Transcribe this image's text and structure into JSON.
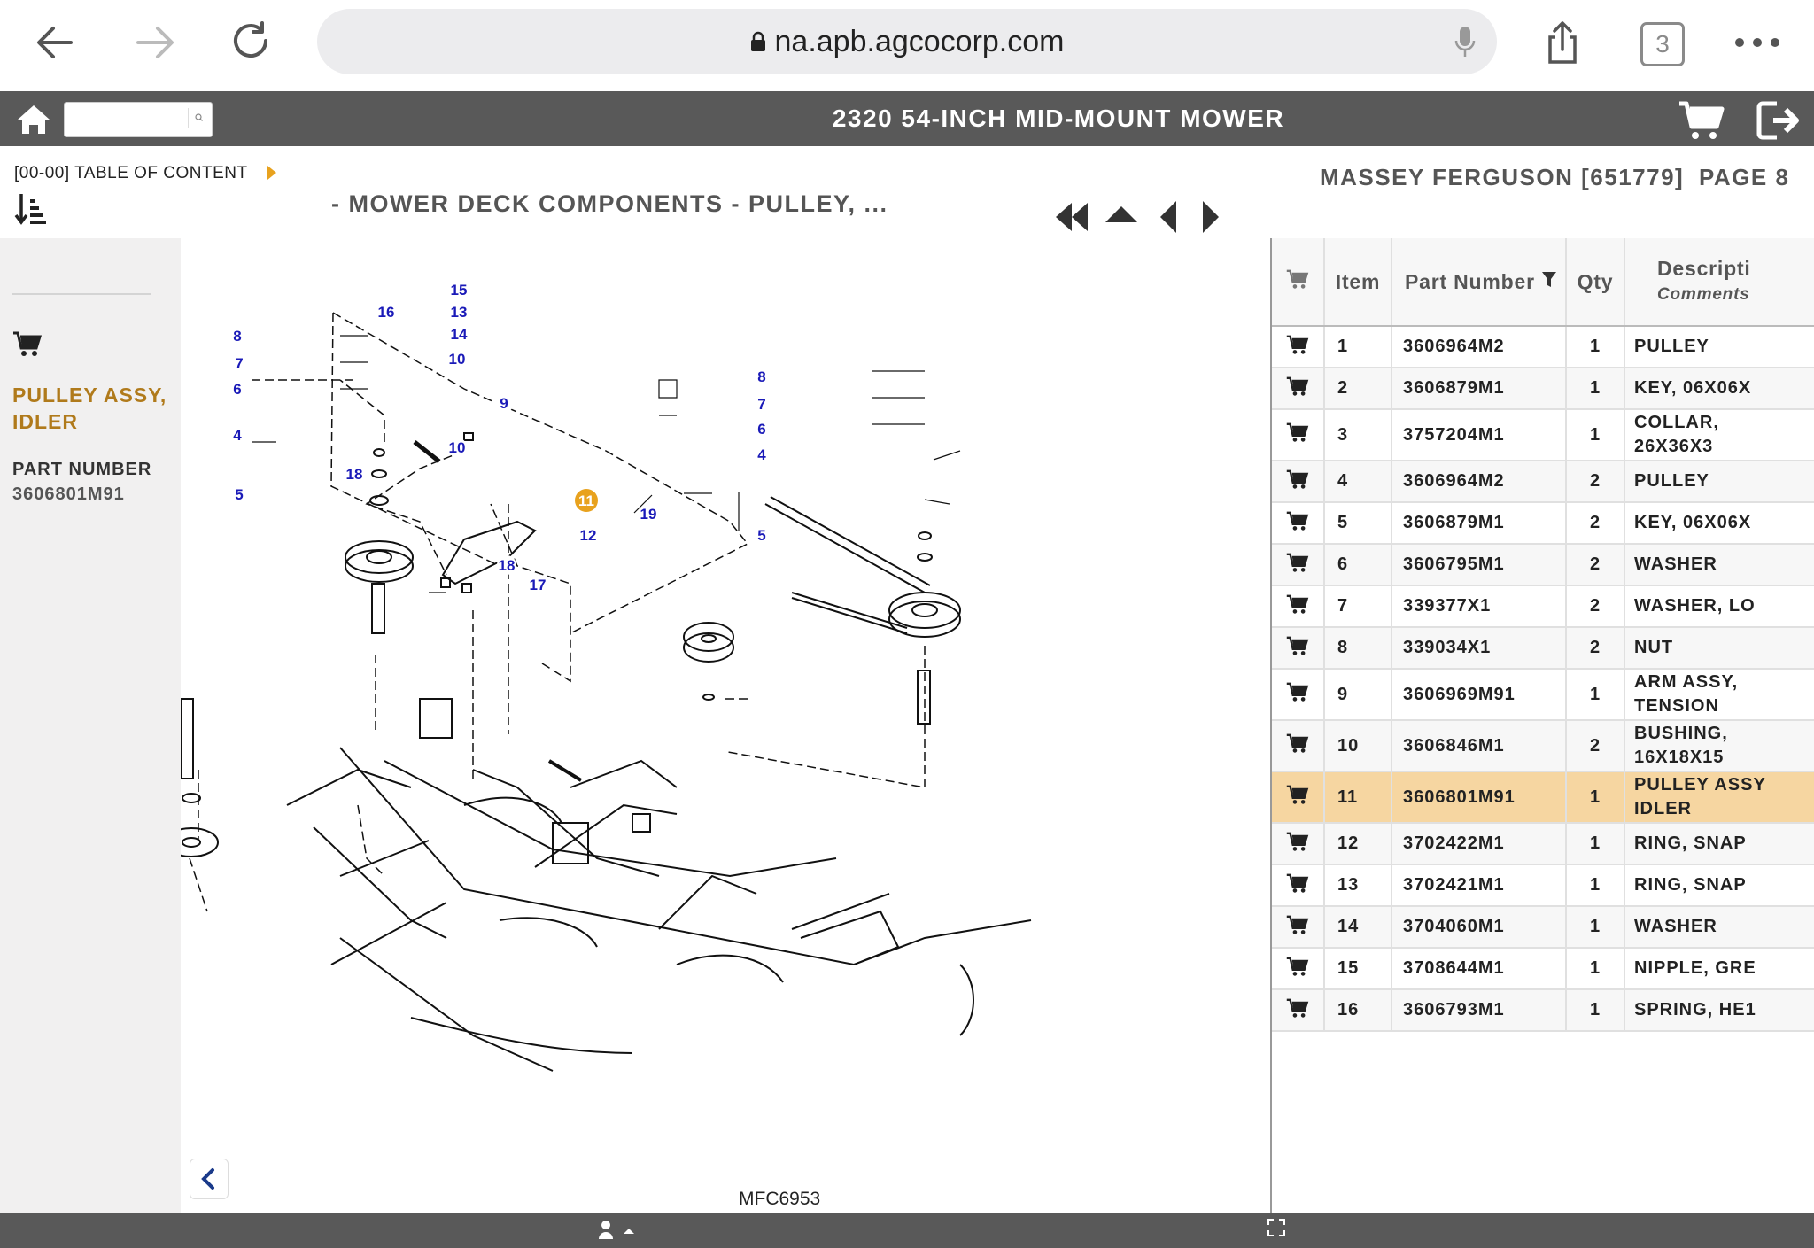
{
  "browser": {
    "url": "na.apb.agcocorp.com",
    "tab_count": "3"
  },
  "header": {
    "title": "2320 54-INCH MID-MOUNT MOWER",
    "search_value": ""
  },
  "subheader": {
    "toc_label": "[00-00] TABLE OF CONTENT",
    "section_title": "- MOWER DECK COMPONENTS - PULLEY, ...",
    "brand": "MASSEY FERGUSON [651779]",
    "page": "PAGE 8"
  },
  "left_panel": {
    "part_name": "PULLEY ASSY, IDLER",
    "part_number_label": "PART NUMBER",
    "part_number_value": "3606801M91"
  },
  "diagram": {
    "figure_code": "MFC6953",
    "callouts": [
      "15",
      "13",
      "14",
      "10",
      "9",
      "10",
      "16",
      "8",
      "7",
      "6",
      "4",
      "5",
      "18",
      "11",
      "12",
      "18",
      "17",
      "19",
      "8",
      "7",
      "6",
      "4",
      "5"
    ],
    "selected_callout": "11",
    "accent_color": "#e8a21e",
    "callout_color": "#1a1ab8"
  },
  "table": {
    "headers": {
      "item": "Item",
      "part_number": "Part Number",
      "qty": "Qty",
      "description": "Descripti",
      "comments": "Comments"
    },
    "rows": [
      {
        "item": "1",
        "pn": "3606964M2",
        "qty": "1",
        "desc": "PULLEY",
        "desc2": ""
      },
      {
        "item": "2",
        "pn": "3606879M1",
        "qty": "1",
        "desc": "KEY, 06X06X",
        "desc2": ""
      },
      {
        "item": "3",
        "pn": "3757204M1",
        "qty": "1",
        "desc": "COLLAR,",
        "desc2": "26X36X3"
      },
      {
        "item": "4",
        "pn": "3606964M2",
        "qty": "2",
        "desc": "PULLEY",
        "desc2": ""
      },
      {
        "item": "5",
        "pn": "3606879M1",
        "qty": "2",
        "desc": "KEY, 06X06X",
        "desc2": ""
      },
      {
        "item": "6",
        "pn": "3606795M1",
        "qty": "2",
        "desc": "WASHER",
        "desc2": ""
      },
      {
        "item": "7",
        "pn": "339377X1",
        "qty": "2",
        "desc": "WASHER, LO",
        "desc2": ""
      },
      {
        "item": "8",
        "pn": "339034X1",
        "qty": "2",
        "desc": "NUT",
        "desc2": ""
      },
      {
        "item": "9",
        "pn": "3606969M91",
        "qty": "1",
        "desc": "ARM ASSY,",
        "desc2": "TENSION"
      },
      {
        "item": "10",
        "pn": "3606846M1",
        "qty": "2",
        "desc": "BUSHING,",
        "desc2": "16X18X15"
      },
      {
        "item": "11",
        "pn": "3606801M91",
        "qty": "1",
        "desc": "PULLEY ASSY",
        "desc2": "IDLER"
      },
      {
        "item": "12",
        "pn": "3702422M1",
        "qty": "1",
        "desc": "RING, SNAP",
        "desc2": ""
      },
      {
        "item": "13",
        "pn": "3702421M1",
        "qty": "1",
        "desc": "RING, SNAP",
        "desc2": ""
      },
      {
        "item": "14",
        "pn": "3704060M1",
        "qty": "1",
        "desc": "WASHER",
        "desc2": ""
      },
      {
        "item": "15",
        "pn": "3708644M1",
        "qty": "1",
        "desc": "NIPPLE, GRE",
        "desc2": ""
      },
      {
        "item": "16",
        "pn": "3606793M1",
        "qty": "1",
        "desc": "SPRING, HE1",
        "desc2": ""
      }
    ],
    "selected_item": "11"
  },
  "icons": [
    "back-arrow-icon",
    "forward-arrow-icon",
    "reload-icon",
    "lock-icon",
    "microphone-icon",
    "share-icon",
    "more-icon",
    "home-icon",
    "search-icon",
    "cart-icon",
    "logout-icon",
    "sort-icon",
    "first-page-icon",
    "up-icon",
    "prev-icon",
    "next-icon",
    "filter-icon",
    "collapse-icon",
    "user-icon",
    "resize-icon"
  ]
}
